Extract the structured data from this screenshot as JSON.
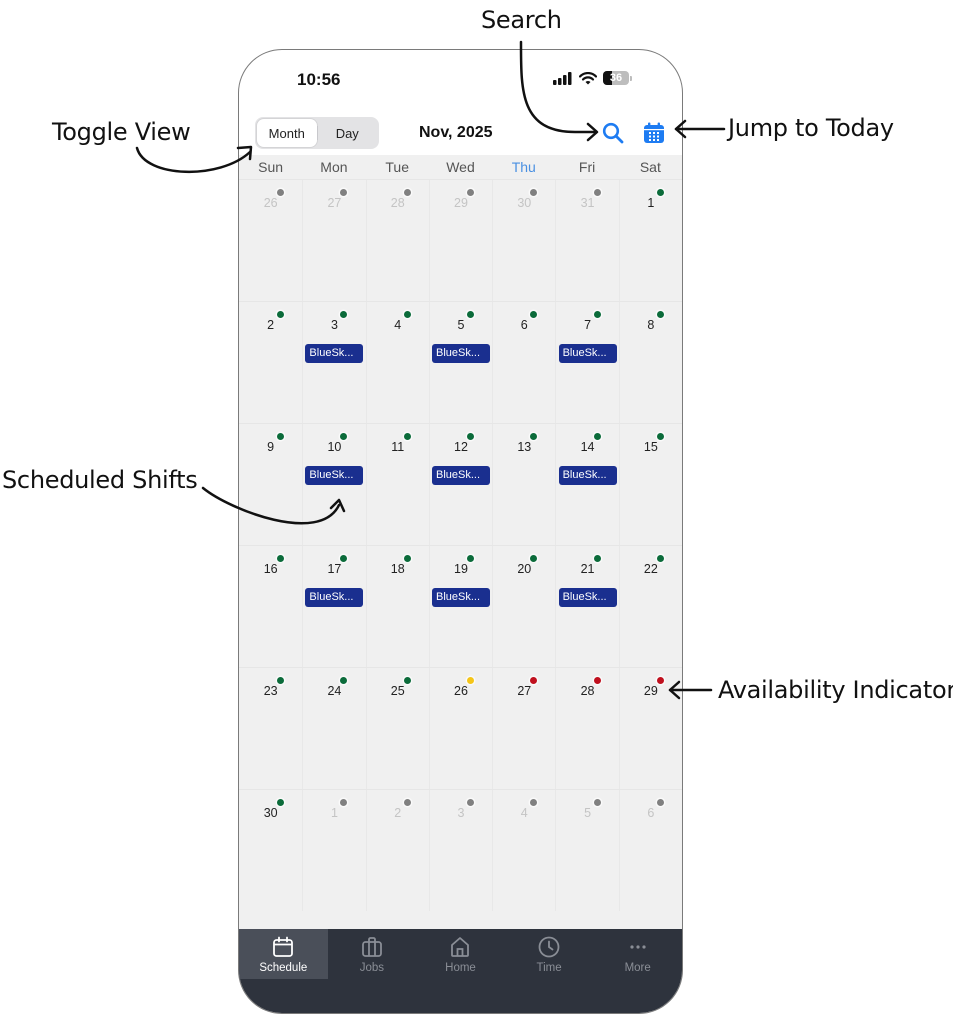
{
  "annotations": {
    "search": "Search",
    "toggle_view": "Toggle View",
    "jump_to_today": "Jump to Today",
    "scheduled_shifts": "Scheduled Shifts",
    "availability_indicator": "Availability Indicator"
  },
  "status_bar": {
    "time": "10:56",
    "battery_level": "36",
    "battery_fraction": 0.36,
    "icons": [
      "signal-icon",
      "wifi-icon",
      "battery-icon"
    ]
  },
  "header": {
    "toggle": {
      "options": [
        "Month",
        "Day"
      ],
      "selected": "Month"
    },
    "title": "Nov, 2025",
    "search_icon": "search-icon",
    "today_icon": "calendar-today-icon"
  },
  "colors": {
    "accent": "#1e7cf2",
    "shift": "#1a2f8f",
    "available": "#0b6b3a",
    "partial": "#f5c518",
    "unavailable": "#c0101e",
    "none": "#808080",
    "tabbar": "#2e333d"
  },
  "calendar": {
    "weekdays": [
      "Sun",
      "Mon",
      "Tue",
      "Wed",
      "Thu",
      "Fri",
      "Sat"
    ],
    "today_weekday_index": 4,
    "weeks": [
      [
        {
          "day": "26",
          "other": true,
          "avail": "none"
        },
        {
          "day": "27",
          "other": true,
          "avail": "none"
        },
        {
          "day": "28",
          "other": true,
          "avail": "none"
        },
        {
          "day": "29",
          "other": true,
          "avail": "none"
        },
        {
          "day": "30",
          "other": true,
          "avail": "none"
        },
        {
          "day": "31",
          "other": true,
          "avail": "none"
        },
        {
          "day": "1",
          "other": false,
          "avail": "available"
        }
      ],
      [
        {
          "day": "2",
          "other": false,
          "avail": "available"
        },
        {
          "day": "3",
          "other": false,
          "avail": "available",
          "shift": "BlueSk..."
        },
        {
          "day": "4",
          "other": false,
          "avail": "available"
        },
        {
          "day": "5",
          "other": false,
          "avail": "available",
          "shift": "BlueSk..."
        },
        {
          "day": "6",
          "other": false,
          "avail": "available"
        },
        {
          "day": "7",
          "other": false,
          "avail": "available",
          "shift": "BlueSk..."
        },
        {
          "day": "8",
          "other": false,
          "avail": "available"
        }
      ],
      [
        {
          "day": "9",
          "other": false,
          "avail": "available"
        },
        {
          "day": "10",
          "other": false,
          "avail": "available",
          "shift": "BlueSk..."
        },
        {
          "day": "11",
          "other": false,
          "avail": "available"
        },
        {
          "day": "12",
          "other": false,
          "avail": "available",
          "shift": "BlueSk..."
        },
        {
          "day": "13",
          "other": false,
          "avail": "available"
        },
        {
          "day": "14",
          "other": false,
          "avail": "available",
          "shift": "BlueSk..."
        },
        {
          "day": "15",
          "other": false,
          "avail": "available"
        }
      ],
      [
        {
          "day": "16",
          "other": false,
          "avail": "available"
        },
        {
          "day": "17",
          "other": false,
          "avail": "available",
          "shift": "BlueSk..."
        },
        {
          "day": "18",
          "other": false,
          "avail": "available"
        },
        {
          "day": "19",
          "other": false,
          "avail": "available",
          "shift": "BlueSk..."
        },
        {
          "day": "20",
          "other": false,
          "avail": "available"
        },
        {
          "day": "21",
          "other": false,
          "avail": "available",
          "shift": "BlueSk..."
        },
        {
          "day": "22",
          "other": false,
          "avail": "available"
        }
      ],
      [
        {
          "day": "23",
          "other": false,
          "avail": "available"
        },
        {
          "day": "24",
          "other": false,
          "avail": "available"
        },
        {
          "day": "25",
          "other": false,
          "avail": "available"
        },
        {
          "day": "26",
          "other": false,
          "avail": "partial"
        },
        {
          "day": "27",
          "other": false,
          "avail": "unavailable"
        },
        {
          "day": "28",
          "other": false,
          "avail": "unavailable"
        },
        {
          "day": "29",
          "other": false,
          "avail": "unavailable"
        }
      ],
      [
        {
          "day": "30",
          "other": false,
          "avail": "available"
        },
        {
          "day": "1",
          "other": true,
          "avail": "none"
        },
        {
          "day": "2",
          "other": true,
          "avail": "none"
        },
        {
          "day": "3",
          "other": true,
          "avail": "none"
        },
        {
          "day": "4",
          "other": true,
          "avail": "none"
        },
        {
          "day": "5",
          "other": true,
          "avail": "none"
        },
        {
          "day": "6",
          "other": true,
          "avail": "none"
        }
      ]
    ]
  },
  "tabbar": {
    "items": [
      {
        "label": "Schedule",
        "icon": "calendar-icon",
        "active": true
      },
      {
        "label": "Jobs",
        "icon": "briefcase-icon",
        "active": false
      },
      {
        "label": "Home",
        "icon": "home-icon",
        "active": false
      },
      {
        "label": "Time",
        "icon": "clock-icon",
        "active": false
      },
      {
        "label": "More",
        "icon": "more-icon",
        "active": false
      }
    ]
  }
}
